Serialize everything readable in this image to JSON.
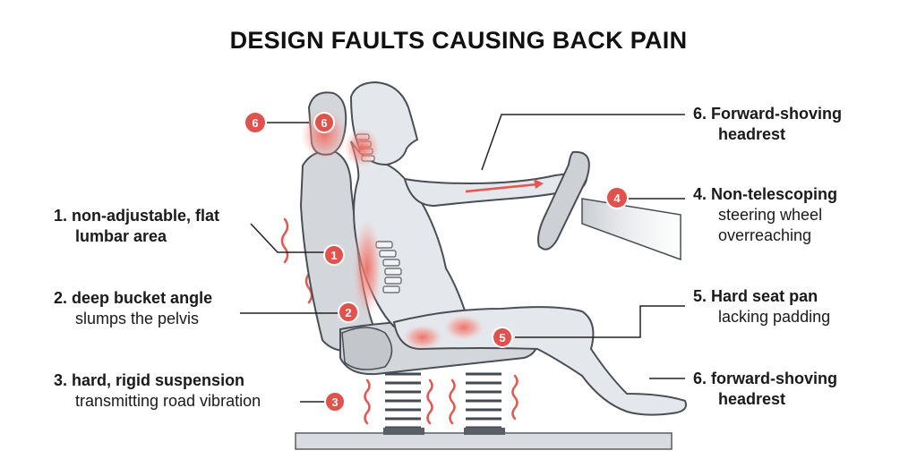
{
  "title": "DESIGN FAULTS CAUSING BACK PAIN",
  "colors": {
    "marker_fill": "#e0524c",
    "pain_glow": "#f06a62",
    "vibration": "#e2574f",
    "body_fill": "#e4e7eb",
    "seat_fill": "#d3d7dc",
    "outline": "#4a4f56"
  },
  "markers": {
    "m1": "1",
    "m2": "2",
    "m3": "3",
    "m4": "4",
    "m5": "5",
    "m6a": "6",
    "m6b": "6"
  },
  "labels": {
    "lumbar": {
      "num": "1.",
      "line1": "non-adjustable, flat",
      "line2": "lumbar area"
    },
    "bucket": {
      "num": "2.",
      "line1": "deep bucket angle",
      "line2": "slumps the pelvis"
    },
    "suspension": {
      "num": "3.",
      "line1": "hard, rigid suspension",
      "line2": "transmitting road vibration"
    },
    "headrest_top": {
      "num": "6.",
      "line1": "Forward-shoving",
      "line2": "headrest"
    },
    "steering": {
      "num": "4.",
      "line1": "Non-telescoping",
      "line2": "steering wheel",
      "line3": "overreaching"
    },
    "seatpan": {
      "num": "5.",
      "line1": "Hard seat pan",
      "line2": "lacking padding"
    },
    "headrest_bottom": {
      "num": "6.",
      "line1": "forward-shoving",
      "line2": "headrest"
    }
  }
}
